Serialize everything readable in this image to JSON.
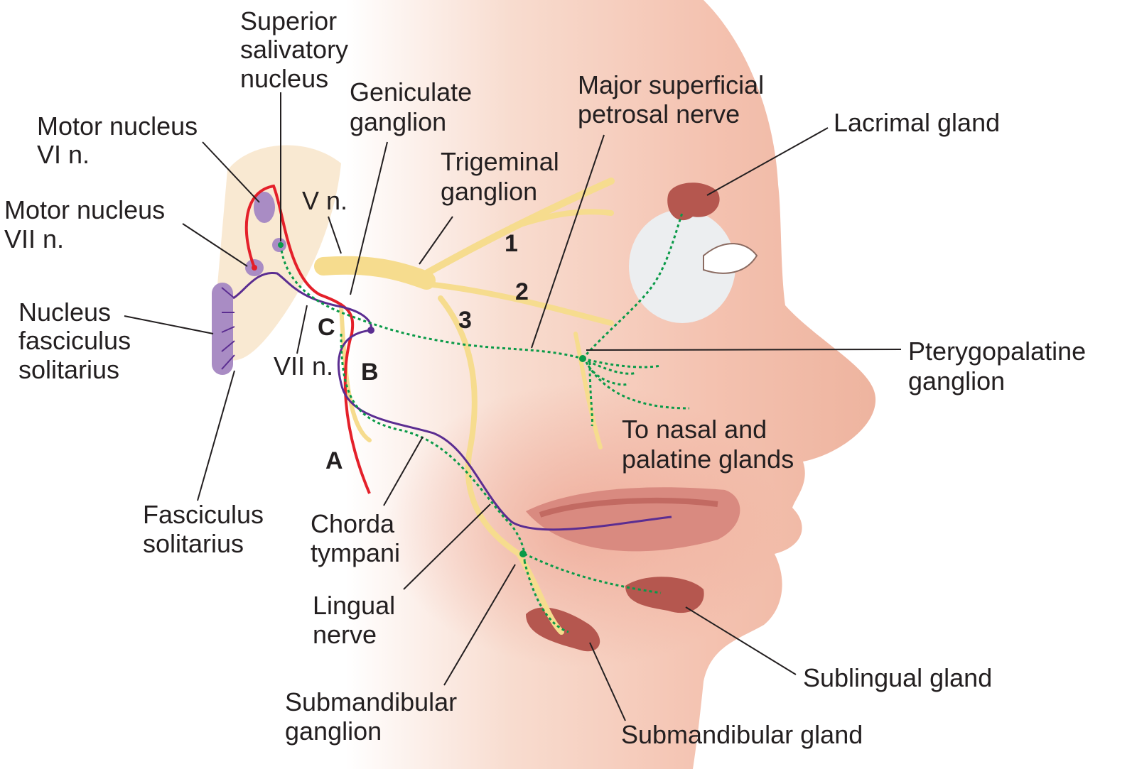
{
  "labels": {
    "superior_salivatory": [
      "Superior",
      "salivatory",
      "nucleus"
    ],
    "geniculate": [
      "Geniculate",
      "ganglion"
    ],
    "major_superficial_petrosal": [
      "Major superficial",
      "petrosal nerve"
    ],
    "lacrimal_gland": [
      "Lacrimal gland"
    ],
    "motor_vi": [
      "Motor nucleus",
      "VI n."
    ],
    "trigeminal_ganglion": [
      "Trigeminal",
      "ganglion"
    ],
    "v_n": [
      "V n."
    ],
    "motor_vii": [
      "Motor nucleus",
      "VII n."
    ],
    "nucleus_fasciculus_solitarius": [
      "Nucleus",
      "fasciculus",
      "solitarius"
    ],
    "vii_n": [
      "VII n."
    ],
    "pterygopalatine": [
      "Pterygopalatine",
      "ganglion"
    ],
    "nasal_palatine": [
      "To nasal and",
      "palatine glands"
    ],
    "fasciculus_solitarius": [
      "Fasciculus",
      "solitarius"
    ],
    "chorda_tympani": [
      "Chorda",
      "tympani"
    ],
    "lingual_nerve": [
      "Lingual",
      "nerve"
    ],
    "sublingual_gland": [
      "Sublingual gland"
    ],
    "submandibular_ganglion": [
      "Submandibular",
      "ganglion"
    ],
    "submandibular_gland": [
      "Submandibular gland"
    ]
  },
  "markers": {
    "one": "1",
    "two": "2",
    "three": "3",
    "a": "A",
    "b": "B",
    "c": "C"
  },
  "colors": {
    "skin": "#f4c2b0",
    "nerve": "#f6dc8e",
    "motor": "#e4202a",
    "sensory": "#5b2d91",
    "parasympathetic": "#0a9a48",
    "nucleus": "#a98cc4",
    "gland": "#b5574f"
  }
}
